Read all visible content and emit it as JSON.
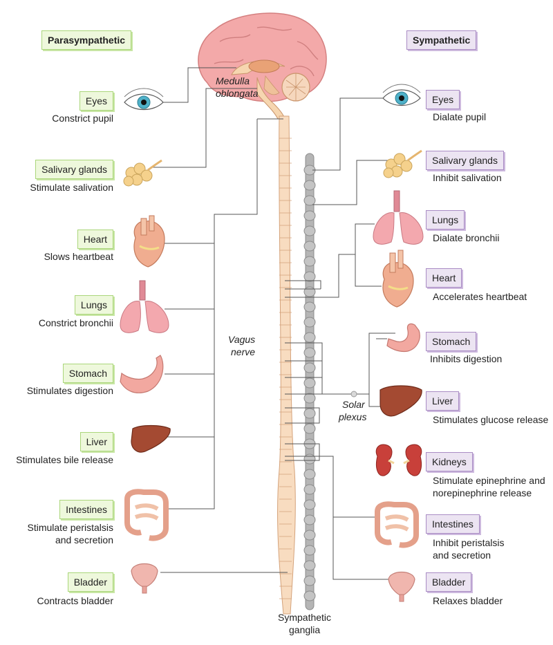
{
  "headers": {
    "parasympathetic": "Parasympathetic",
    "sympathetic": "Sympathetic"
  },
  "parasympathetic": [
    {
      "organ": "Eyes",
      "effect": [
        "Constrict pupil"
      ]
    },
    {
      "organ": "Salivary glands",
      "effect": [
        "Stimulate salivation"
      ]
    },
    {
      "organ": "Heart",
      "effect": [
        "Slows heartbeat"
      ]
    },
    {
      "organ": "Lungs",
      "effect": [
        "Constrict bronchii"
      ]
    },
    {
      "organ": "Stomach",
      "effect": [
        "Stimulates digestion"
      ]
    },
    {
      "organ": "Liver",
      "effect": [
        "Stimulates bile release"
      ]
    },
    {
      "organ": "Intestines",
      "effect": [
        "Stimulate peristalsis",
        "and secretion"
      ]
    },
    {
      "organ": "Bladder",
      "effect": [
        "Contracts bladder"
      ]
    }
  ],
  "sympathetic": [
    {
      "organ": "Eyes",
      "effect": [
        "Dialate pupil"
      ]
    },
    {
      "organ": "Salivary glands",
      "effect": [
        "Inhibit salivation"
      ]
    },
    {
      "organ": "Lungs",
      "effect": [
        "Dialate bronchii"
      ]
    },
    {
      "organ": "Heart",
      "effect": [
        "Accelerates heartbeat"
      ]
    },
    {
      "organ": "Stomach",
      "effect": [
        "Inhibits digestion"
      ]
    },
    {
      "organ": "Liver",
      "effect": [
        "Stimulates glucose release"
      ]
    },
    {
      "organ": "Kidneys",
      "effect": [
        "Stimulate epinephrine and",
        "norepinephrine release"
      ]
    },
    {
      "organ": "Intestines",
      "effect": [
        "Inhibit peristalsis",
        "and secretion"
      ]
    },
    {
      "organ": "Bladder",
      "effect": [
        "Relaxes bladder"
      ]
    }
  ],
  "labels": {
    "medulla": [
      "Medulla",
      "oblongata"
    ],
    "vagus": [
      "Vagus",
      "nerve"
    ],
    "solar": [
      "Solar",
      "plexus"
    ],
    "ganglia": [
      "Sympathetic",
      "ganglia"
    ]
  },
  "colors": {
    "parasympathetic_fill": "#eef8dc",
    "parasympathetic_border": "#aad67a",
    "sympathetic_fill": "#ece4f2",
    "sympathetic_border": "#a98cc4",
    "spinal_cord": "#f8dcc0",
    "ganglia_chain": "#b5b5b5",
    "nerve_line": "#555555"
  }
}
